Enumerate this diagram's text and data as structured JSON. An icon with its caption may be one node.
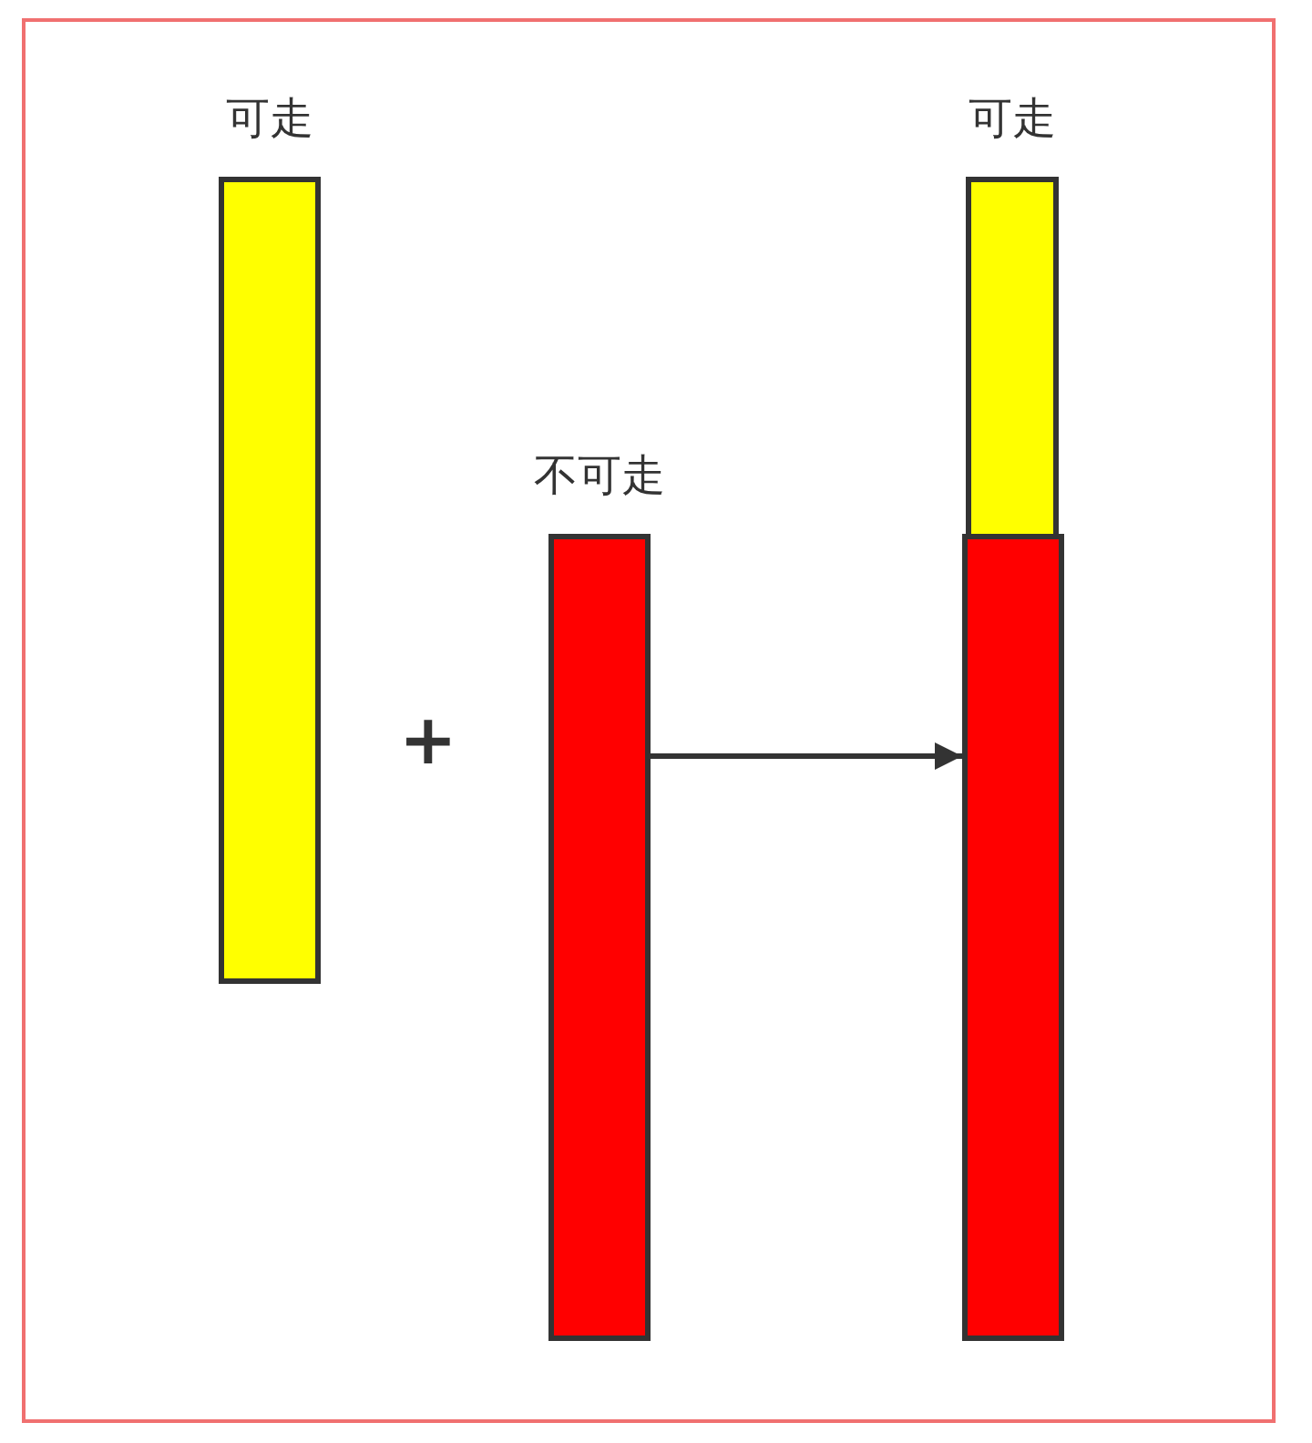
{
  "diagram": {
    "nodes": [
      {
        "text": [
          "可走"
        ]
      },
      {
        "text": [
          "不可走"
        ]
      },
      {
        "text": [
          "可走"
        ]
      },
      {
        "text": [],
        "shape": "bar"
      }
    ],
    "edges": [
      {
        "from": 1,
        "to": 3,
        "arrow": "to"
      }
    ],
    "labels": [
      "+"
    ]
  }
}
